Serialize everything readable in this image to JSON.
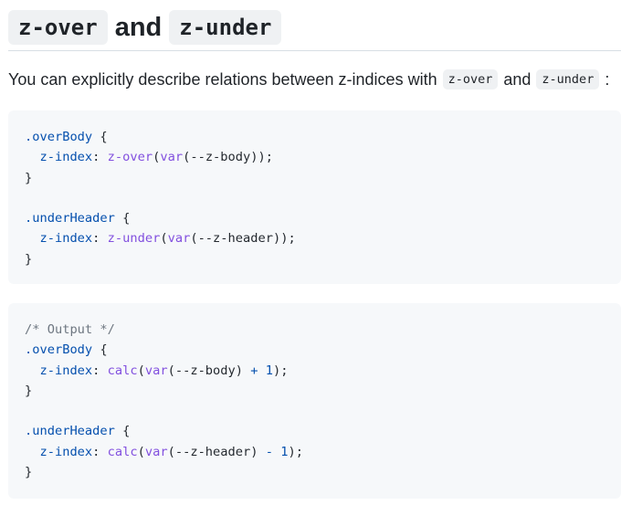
{
  "heading": {
    "code1": "z-over",
    "word": "and",
    "code2": "z-under"
  },
  "paragraph": {
    "text_before": "You can explicitly describe relations between z-indices with",
    "code1": "z-over",
    "text_middle": "and",
    "code2": "z-under",
    "text_after": ":"
  },
  "block1": {
    "l1_sel": ".overBody",
    "l1_rest": " {",
    "l2_indent": "  ",
    "l2_prop": "z-index",
    "l2_colon": ": ",
    "l2_fn": "z-over",
    "l2_open": "(",
    "l2_var": "var",
    "l2_rest": "(--z-body));",
    "l3": "}",
    "l5_sel": ".underHeader",
    "l5_rest": " {",
    "l6_indent": "  ",
    "l6_prop": "z-index",
    "l6_colon": ": ",
    "l6_fn": "z-under",
    "l6_open": "(",
    "l6_var": "var",
    "l6_rest": "(--z-header));",
    "l7": "}"
  },
  "block2": {
    "l1_comment": "/* Output */",
    "l2_sel": ".overBody",
    "l2_rest": " {",
    "l3_indent": "  ",
    "l3_prop": "z-index",
    "l3_colon": ": ",
    "l3_fn": "calc",
    "l3_open": "(",
    "l3_var": "var",
    "l3_mid": "(--z-body) ",
    "l3_op": "+",
    "l3_sp": " ",
    "l3_num": "1",
    "l3_end": ");",
    "l4": "}",
    "l6_sel": ".underHeader",
    "l6_rest": " {",
    "l7_indent": "  ",
    "l7_prop": "z-index",
    "l7_colon": ": ",
    "l7_fn": "calc",
    "l7_open": "(",
    "l7_var": "var",
    "l7_mid": "(--z-header) ",
    "l7_op": "-",
    "l7_sp": " ",
    "l7_num": "1",
    "l7_end": ");",
    "l8": "}"
  },
  "colors": {
    "selector": "#0550ae",
    "function": "#8250df",
    "comment": "#6e7781",
    "code_background": "#f6f8fa"
  }
}
